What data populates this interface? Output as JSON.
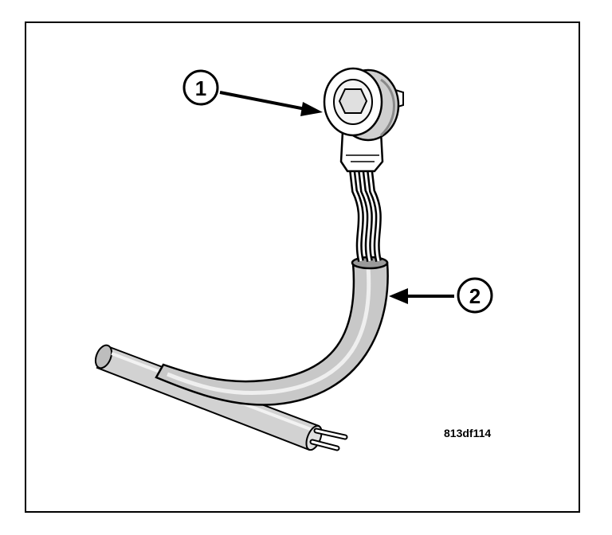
{
  "callouts": [
    {
      "number": "1"
    },
    {
      "number": "2"
    }
  ],
  "figure_reference": "813df114",
  "colors": {
    "line": "#000000",
    "background": "#ffffff",
    "shading": "#c8c8c8"
  }
}
